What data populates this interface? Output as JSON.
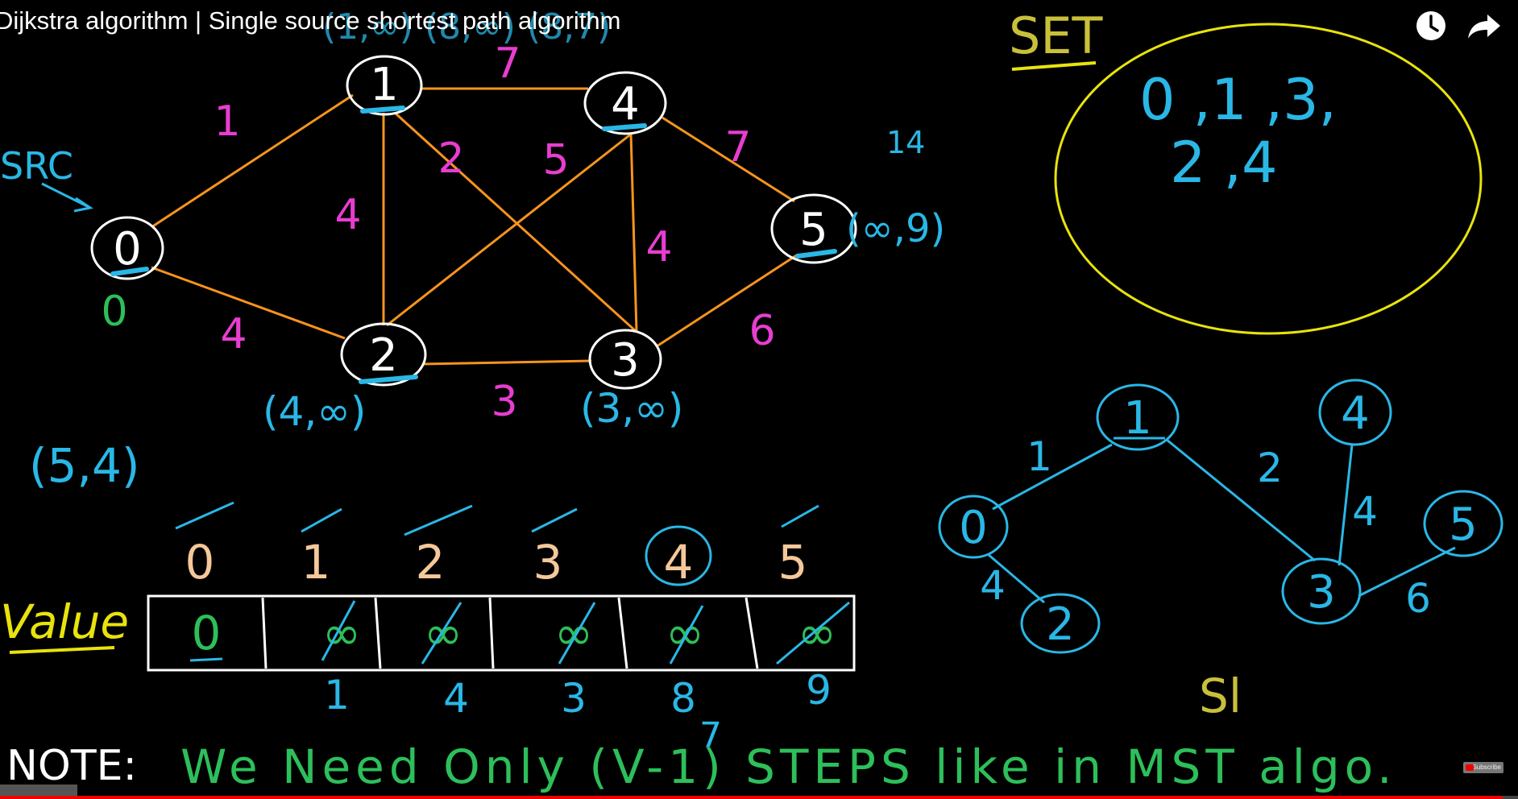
{
  "video": {
    "title": "Dijkstra algorithm | Single source shortest path algorithm",
    "progress_fraction": 0.99
  },
  "colors": {
    "edge": "#f7941d",
    "magenta": "#e83dd1",
    "cyan": "#2ab7e6",
    "green": "#2dbf5a",
    "white": "#ffffff",
    "yellow": "#e8e30c",
    "peach": "#f5c89a",
    "olive": "#c9c03a"
  },
  "graph": {
    "src_label": "SRC",
    "nodes": [
      "0",
      "1",
      "2",
      "3",
      "4",
      "5"
    ],
    "edges": [
      {
        "from": "0",
        "to": "1",
        "weight": "1"
      },
      {
        "from": "0",
        "to": "2",
        "weight": "4"
      },
      {
        "from": "1",
        "to": "4",
        "weight": "7"
      },
      {
        "from": "1",
        "to": "2",
        "weight": "4"
      },
      {
        "from": "1",
        "to": "3",
        "weight": "2"
      },
      {
        "from": "2",
        "to": "4",
        "weight": "5"
      },
      {
        "from": "4",
        "to": "3",
        "weight": "4"
      },
      {
        "from": "4",
        "to": "5",
        "weight": "7"
      },
      {
        "from": "2",
        "to": "3",
        "weight": "3"
      },
      {
        "from": "3",
        "to": "5",
        "weight": "6"
      }
    ],
    "node_dist_notes": {
      "n0": "0",
      "n2": "(4,∞)",
      "n3": "(3,∞)",
      "n5_above": "14",
      "n5": "(∞,9)",
      "top": "(1,∞) (8,∞) (8,7)"
    },
    "pair_note": "(5,4)"
  },
  "set": {
    "title": "SET",
    "line1": "0 ,1 ,3,",
    "line2": "2 ,4"
  },
  "tree": {
    "nodes": [
      "0",
      "1",
      "2",
      "3",
      "4",
      "5"
    ],
    "edges": [
      {
        "from": "0",
        "to": "1",
        "weight": "1"
      },
      {
        "from": "1",
        "to": "3",
        "weight": "2"
      },
      {
        "from": "0",
        "to": "2",
        "weight": "4"
      },
      {
        "from": "3",
        "to": "4",
        "weight": "4"
      },
      {
        "from": "3",
        "to": "5",
        "weight": "6"
      }
    ],
    "partial_label": "Sl"
  },
  "value_array": {
    "label": "Value",
    "indices": [
      "0",
      "1",
      "2",
      "3",
      "4",
      "5"
    ],
    "cells": [
      "0",
      "∞",
      "∞",
      "∞",
      "∞",
      "∞"
    ],
    "updates": [
      "",
      "1",
      "4",
      "3",
      "8",
      "9"
    ],
    "extra_update": "7"
  },
  "note": {
    "label": "NOTE:",
    "text": "We Need Only (V-1) STEPS like in MST algo."
  }
}
